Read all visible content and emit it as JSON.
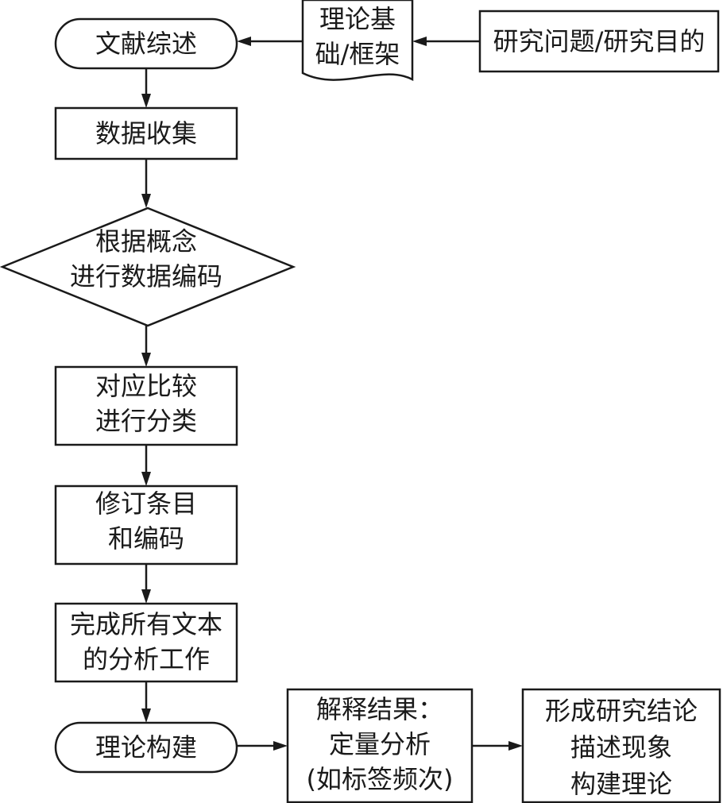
{
  "nodes": {
    "literature_review": {
      "shape": "terminator",
      "lines": [
        "文献综述"
      ]
    },
    "theory_framework": {
      "shape": "document",
      "lines": [
        "理论基",
        "础/框架"
      ]
    },
    "research_question": {
      "shape": "process",
      "lines": [
        "研究问题/研究目的"
      ]
    },
    "data_collection": {
      "shape": "process",
      "lines": [
        "数据收集"
      ]
    },
    "concept_coding": {
      "shape": "decision",
      "lines": [
        "根据概念",
        "进行数据编码"
      ]
    },
    "compare_classify": {
      "shape": "process",
      "lines": [
        "对应比较",
        "进行分类"
      ]
    },
    "revise_items": {
      "shape": "process",
      "lines": [
        "修订条目",
        "和编码"
      ]
    },
    "complete_analysis": {
      "shape": "process",
      "lines": [
        "完成所有文本",
        "的分析工作"
      ]
    },
    "theory_building": {
      "shape": "terminator",
      "lines": [
        "理论构建"
      ]
    },
    "interpret_results": {
      "shape": "process",
      "lines": [
        "解释结果：",
        "定量分析",
        "(如标签频次)"
      ]
    },
    "research_conclusion": {
      "shape": "process",
      "lines": [
        "形成研究结论",
        "描述现象",
        "构建理论"
      ]
    }
  },
  "edges": [
    {
      "from": "research_question",
      "to": "theory_framework"
    },
    {
      "from": "theory_framework",
      "to": "literature_review"
    },
    {
      "from": "literature_review",
      "to": "data_collection"
    },
    {
      "from": "data_collection",
      "to": "concept_coding"
    },
    {
      "from": "concept_coding",
      "to": "compare_classify"
    },
    {
      "from": "compare_classify",
      "to": "revise_items"
    },
    {
      "from": "revise_items",
      "to": "complete_analysis"
    },
    {
      "from": "complete_analysis",
      "to": "theory_building"
    },
    {
      "from": "theory_building",
      "to": "interpret_results"
    },
    {
      "from": "interpret_results",
      "to": "research_conclusion"
    }
  ],
  "colors": {
    "stroke": "#1a1a1a",
    "fill": "#ffffff",
    "background": "#ffffff"
  }
}
